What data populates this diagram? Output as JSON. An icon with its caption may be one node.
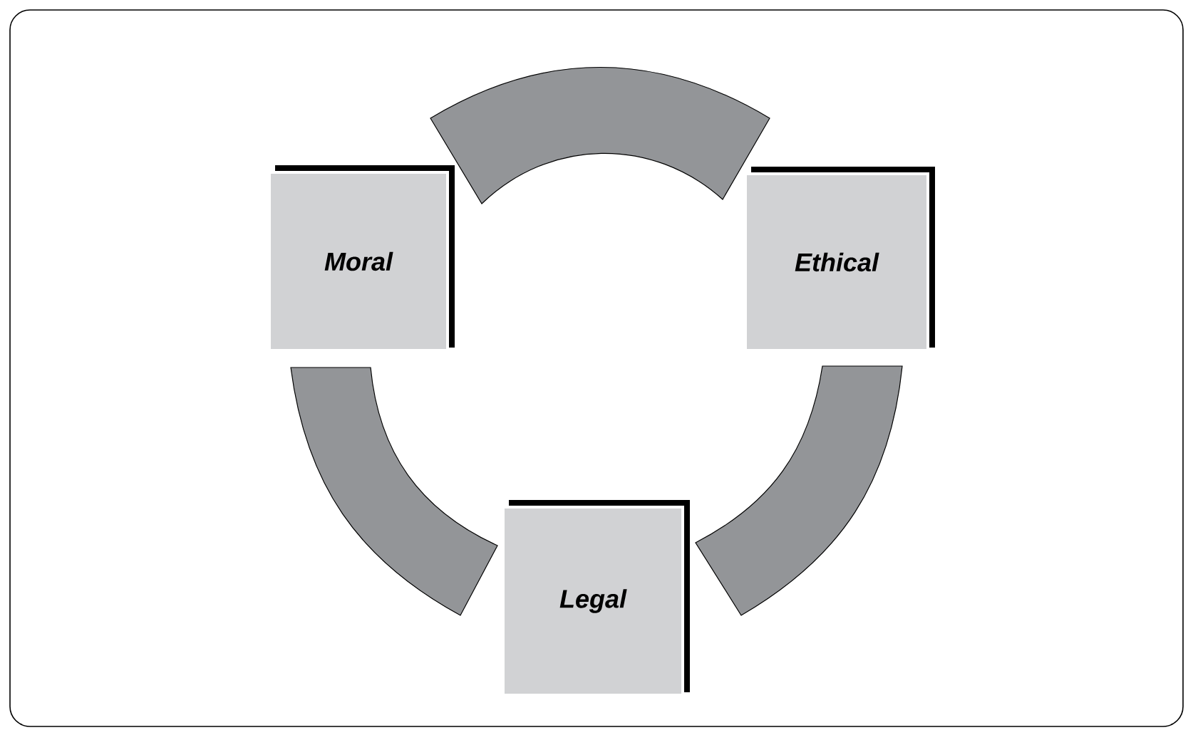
{
  "diagram": {
    "nodes": [
      {
        "text": [
          "Moral"
        ]
      },
      {
        "text": [
          "Ethical"
        ]
      },
      {
        "text": [
          "Legal"
        ]
      }
    ],
    "edges": [
      {
        "from": 0,
        "to": 1,
        "arrow": "none"
      },
      {
        "from": 1,
        "to": 2,
        "arrow": "none"
      },
      {
        "from": 2,
        "to": 0,
        "arrow": "none"
      }
    ]
  }
}
